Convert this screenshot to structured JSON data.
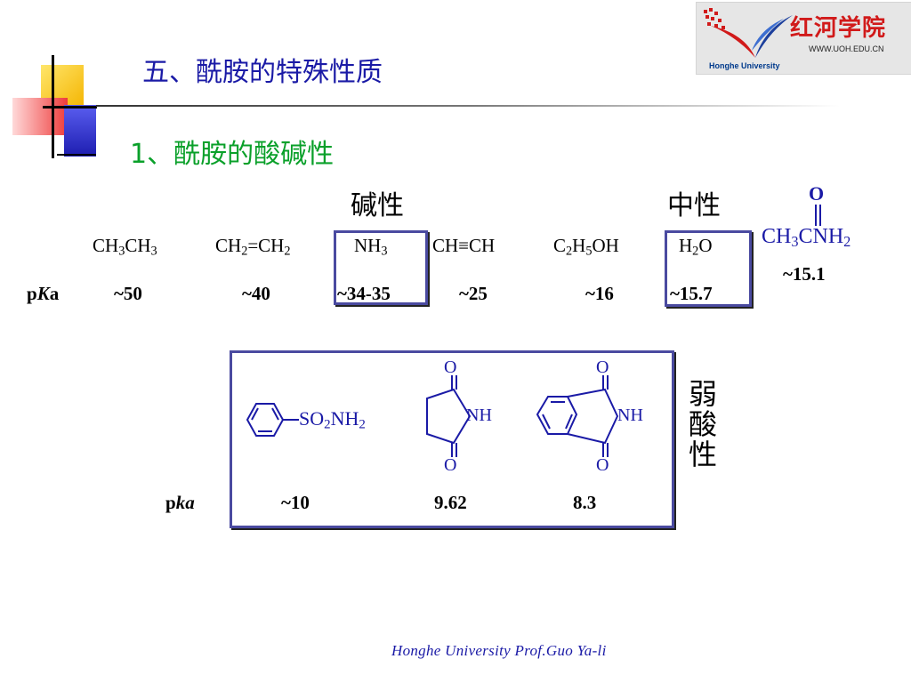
{
  "header": {
    "title": "五、酰胺的特殊性质",
    "subtitle": "1、酰胺的酸碱性"
  },
  "logo": {
    "name_cn": "红河学院",
    "url": "WWW.UOH.EDU.CN",
    "name_en": "Honghe University"
  },
  "labels": {
    "basic": "碱性",
    "neutral": "中性",
    "pka_row": "pKa",
    "pka_row_lower": "pka",
    "weak_acid_1": "弱",
    "weak_acid_2": "酸",
    "weak_acid_3": "性"
  },
  "compounds": [
    {
      "formula": "CH3CH3",
      "pka": "~50"
    },
    {
      "formula": "CH2=CH2",
      "pka": "~40"
    },
    {
      "formula": "NH3",
      "pka": "~34-35"
    },
    {
      "formula": "CH≡CH",
      "pka": "~25"
    },
    {
      "formula": "C2H5OH",
      "pka": "~16"
    },
    {
      "formula": "H2O",
      "pka": "~15.7"
    }
  ],
  "amide": {
    "formula": "CH3CNH2",
    "carbonyl_o": "O",
    "pka": "~15.1"
  },
  "acids": [
    {
      "label": "SO2NH2",
      "pka": "~10"
    },
    {
      "label_o_top": "O",
      "label_nh": "NH",
      "label_o_bottom": "O",
      "pka": "9.62"
    },
    {
      "label_o_top": "O",
      "label_nh": "NH",
      "label_o_bottom": "O",
      "pka": "8.3"
    }
  ],
  "footer": "Honghe University  Prof.Guo Ya-li",
  "colors": {
    "title": "#1a1aa6",
    "subtitle": "#0aa02a",
    "box": "#4a4aa0",
    "logo_red": "#d11a1a"
  }
}
